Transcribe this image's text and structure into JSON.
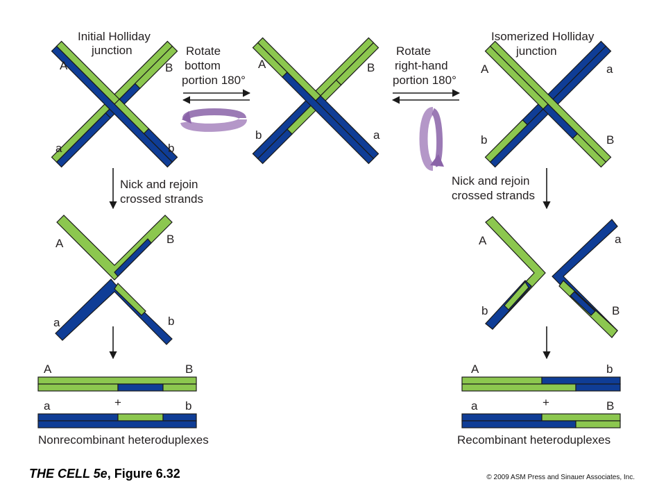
{
  "colors": {
    "green": "#8cc74f",
    "blue": "#0f3d96",
    "outline": "#1a1a1a",
    "arrow": "#8a63a8"
  },
  "labels": {
    "initial_title_1": "Initial Holliday",
    "initial_title_2": "junction",
    "isomerized_title_1": "Isomerized Holliday",
    "isomerized_title_2": "junction",
    "rotate_bottom_1": "Rotate",
    "rotate_bottom_2": "bottom",
    "rotate_bottom_3": "portion 180°",
    "rotate_right_1": "Rotate",
    "rotate_right_2": "right-hand",
    "rotate_right_3": "portion 180°",
    "nick_left_1": "Nick and rejoin",
    "nick_left_2": "crossed strands",
    "nick_right_1": "Nick and rejoin",
    "nick_right_2": "crossed strands",
    "nonrecombinant": "Nonrecombinant heteroduplexes",
    "recombinant": "Recombinant heteroduplexes",
    "plus": "+"
  },
  "alleles": {
    "A": "A",
    "B": "B",
    "a": "a",
    "b": "b"
  },
  "footer": {
    "title": "THE CELL 5e",
    "figure": ", Figure 6.32"
  },
  "copyright": "© 2009 ASM Press and Sinauer Associates, Inc."
}
